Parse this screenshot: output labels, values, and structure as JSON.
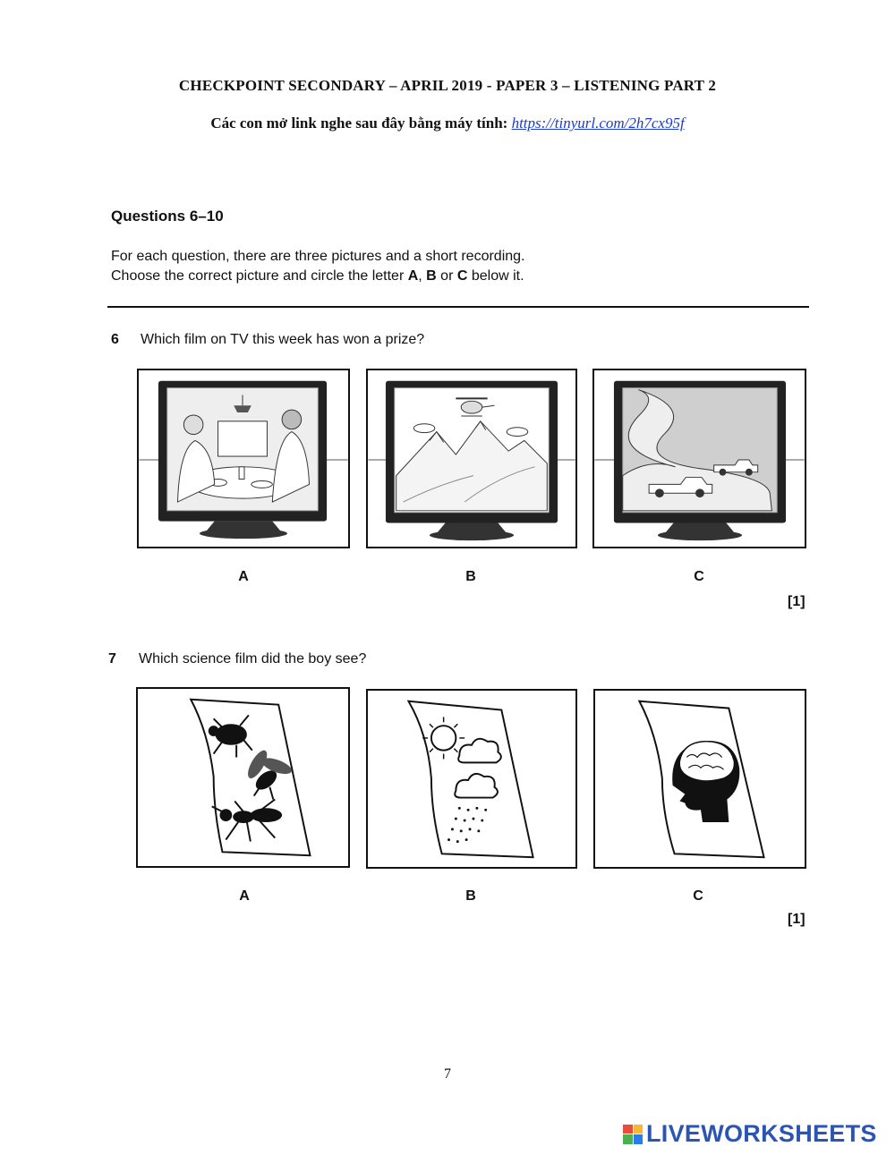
{
  "header": {
    "title": "CHECKPOINT SECONDARY – APRIL 2019 - PAPER 3 – LISTENING PART 2",
    "subtitle_text": "Các con mở link nghe sau đây bằng máy tính:",
    "link_text": "https://tinyurl.com/2h7cx95f"
  },
  "section": {
    "heading": "Questions 6–10",
    "instruction_line1": "For each question, there are three pictures and a short recording.",
    "instruction_line2_pre": "Choose the correct picture and circle the letter ",
    "opt_a": "A",
    "sep1": ", ",
    "opt_b": "B",
    "sep2": " or ",
    "opt_c": "C",
    "instruction_line2_post": " below it."
  },
  "questions": [
    {
      "number": "6",
      "text": "Which film on TV this week has won a prize?",
      "options": [
        {
          "letter": "A",
          "icon": "tv-dinner-couple-icon"
        },
        {
          "letter": "B",
          "icon": "tv-helicopter-mountains-icon"
        },
        {
          "letter": "C",
          "icon": "tv-car-race-icon"
        }
      ],
      "mark": "[1]"
    },
    {
      "number": "7",
      "text": "Which science film did the boy see?",
      "options": [
        {
          "letter": "A",
          "icon": "poster-insects-icon"
        },
        {
          "letter": "B",
          "icon": "poster-weather-icon"
        },
        {
          "letter": "C",
          "icon": "poster-brain-icon"
        }
      ],
      "mark": "[1]"
    }
  ],
  "footer": {
    "page_number": "7",
    "brand": "LIVEWORKSHEETS"
  },
  "colors": {
    "link": "#1a3ccc",
    "brand": "#2b55b5"
  }
}
